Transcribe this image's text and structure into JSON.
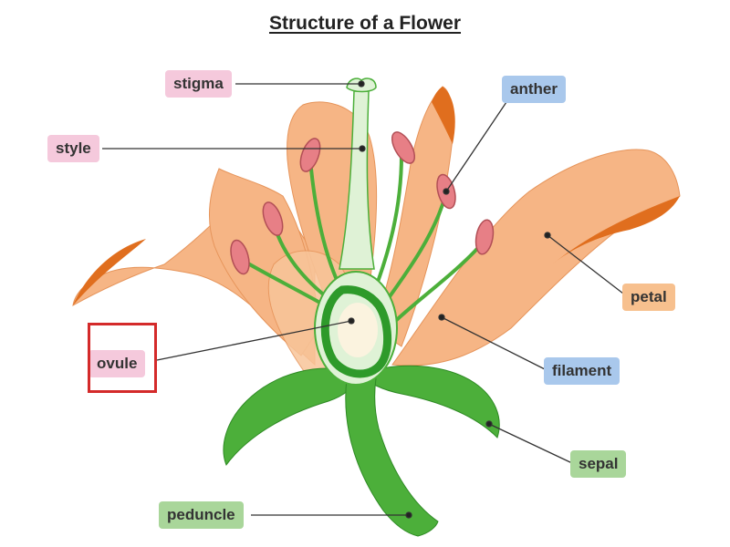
{
  "title": "Structure of a Flower",
  "labels": {
    "stigma": "stigma",
    "style": "style",
    "anther": "anther",
    "petal": "petal",
    "ovule": "ovule",
    "filament": "filament",
    "sepal": "sepal",
    "peduncle": "peduncle"
  },
  "colors": {
    "female_parts_label": "#f5c9dc",
    "male_parts_label": "#a9c8ec",
    "petal_label": "#f7c08e",
    "green_parts_label": "#a9d69a",
    "highlight": "#d42a2a",
    "petal_fill": "#f6b585",
    "petal_edge": "#e06e1e",
    "stem_green": "#4caf3a",
    "pistil_fill": "#dff2d6",
    "anther_fill": "#e77f86"
  },
  "highlighted_label": "ovule"
}
